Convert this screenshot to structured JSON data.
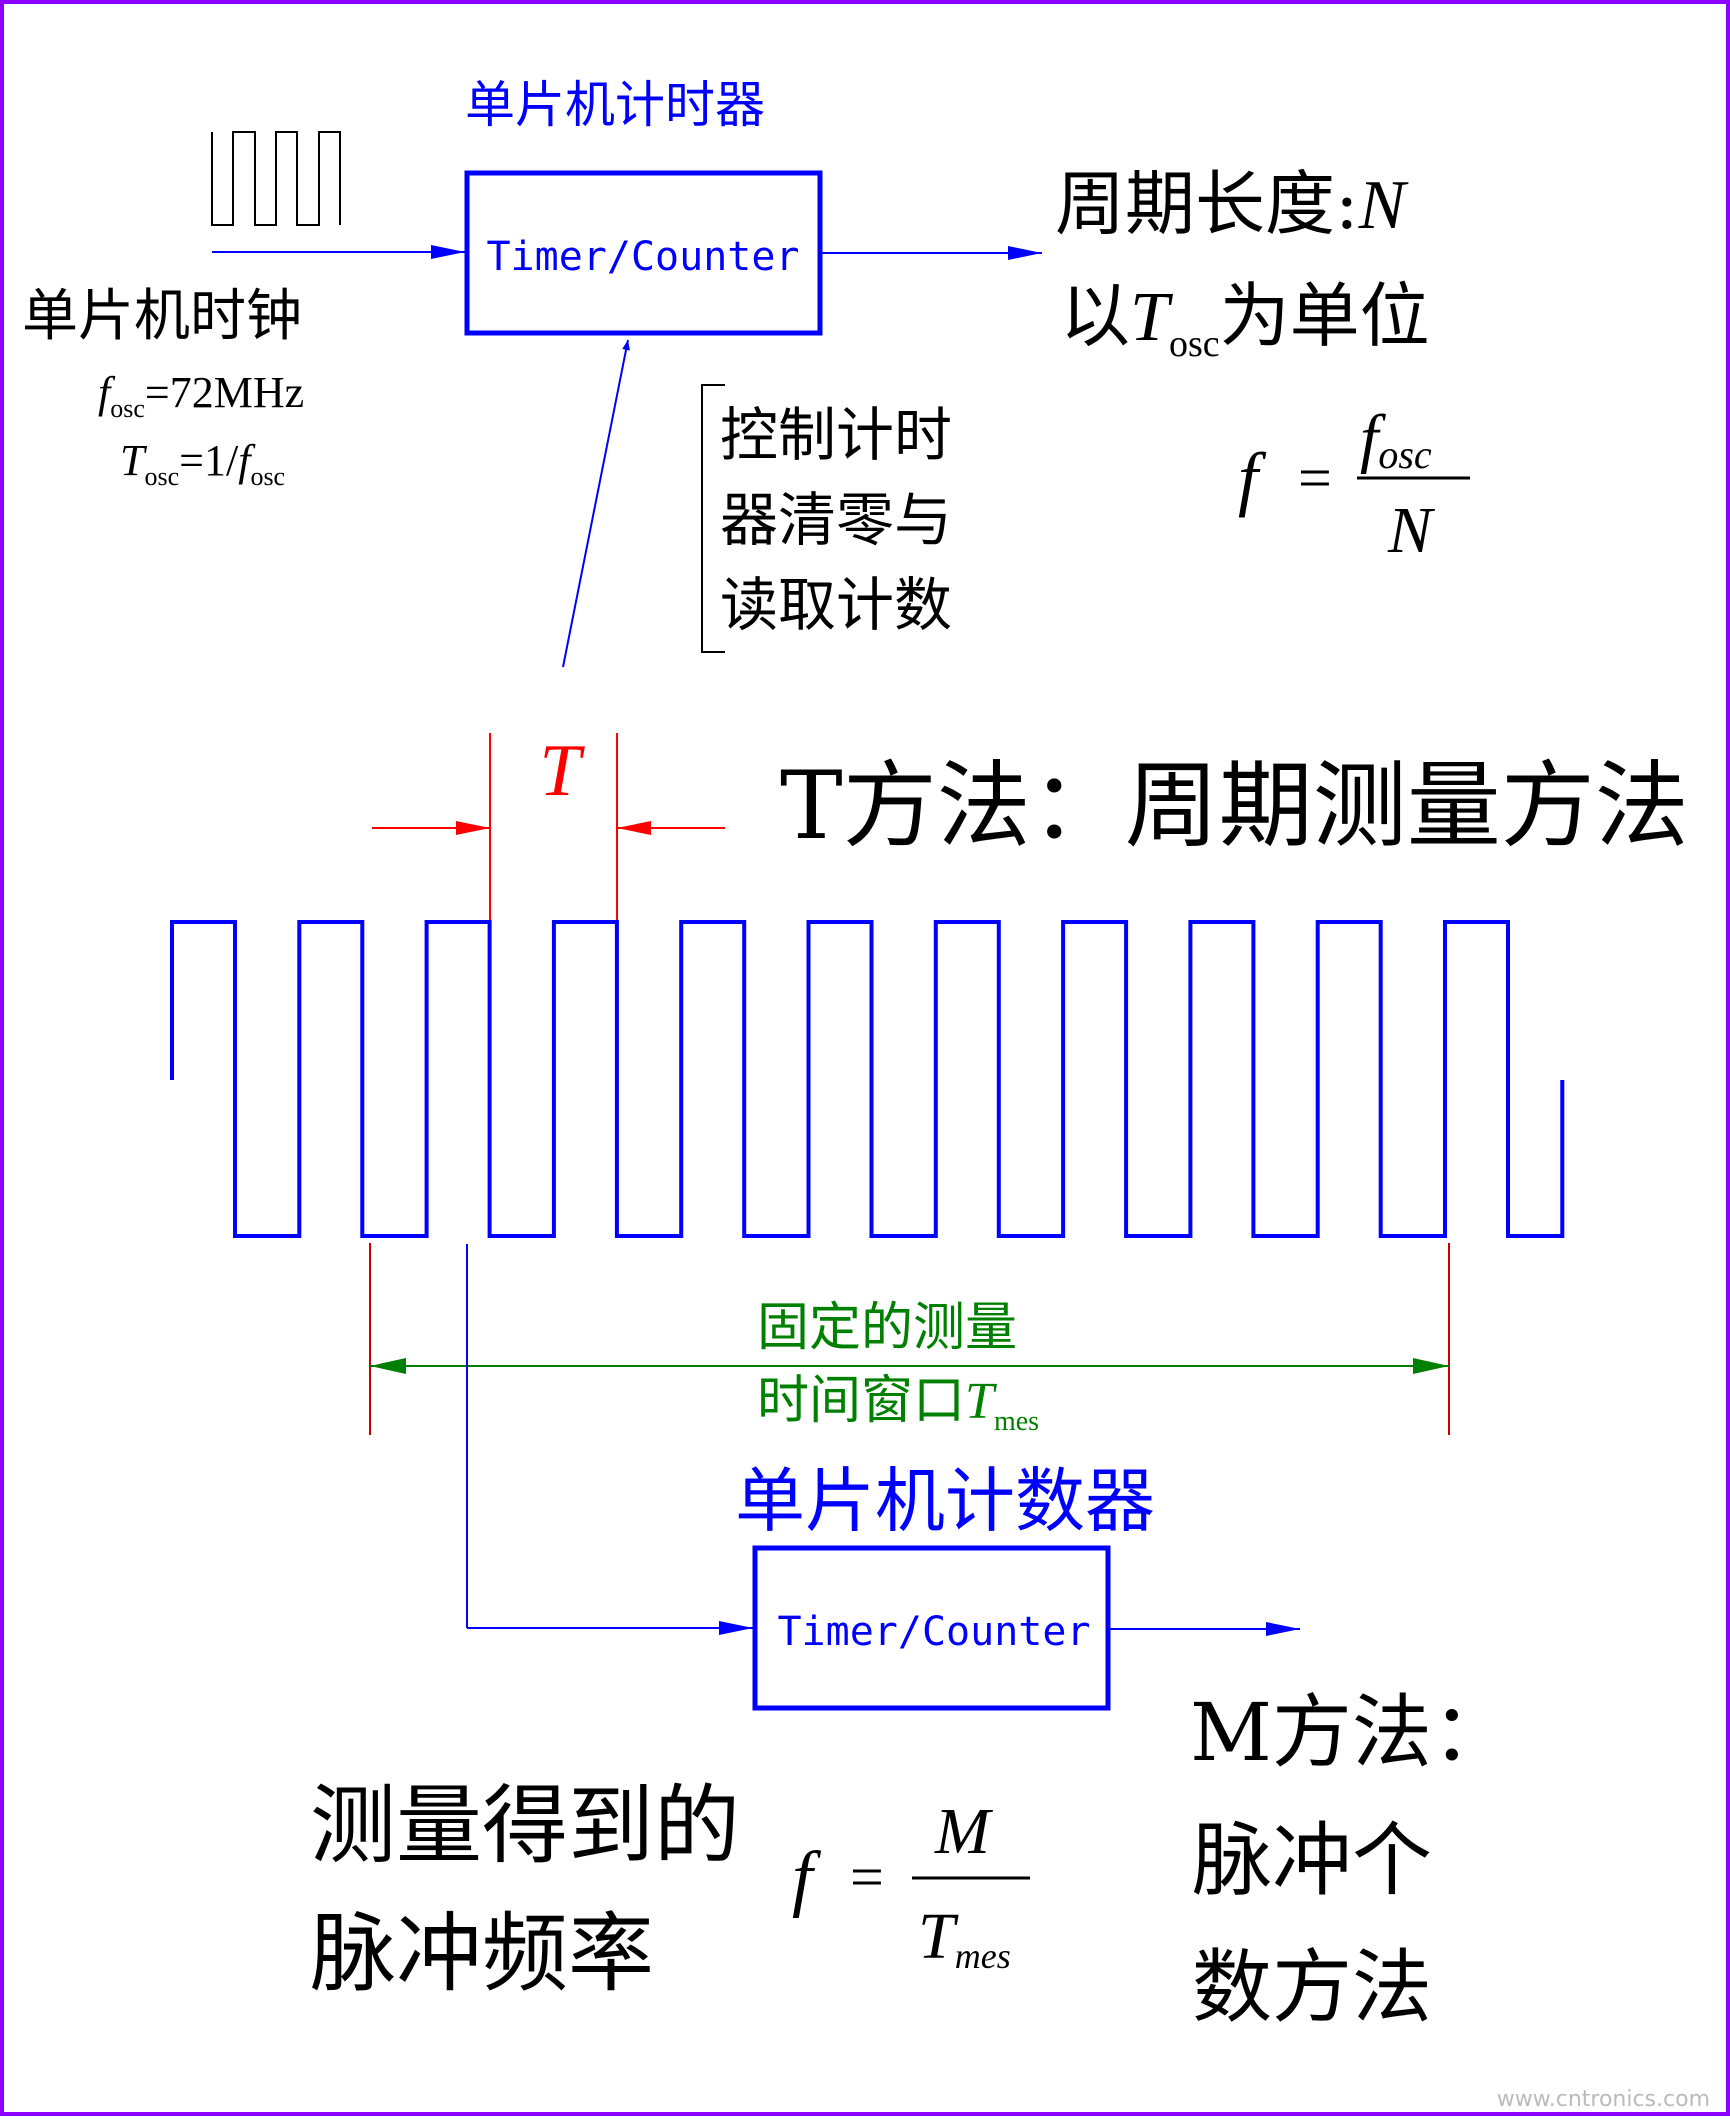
{
  "colors": {
    "border": "#8b00ff",
    "blue": "#0000ff",
    "red": "#ff0000",
    "green": "#008000",
    "dark_red": "#cc0000",
    "black": "#000000",
    "watermark": "#bbbbbb"
  },
  "timer_title": "单片机计时器",
  "timer_box_label": "Timer/Counter",
  "clock_label": "单片机时钟",
  "fosc_sym": "f",
  "fosc_sub": "osc",
  "fosc_value": "=72MHz",
  "tosc_sym": "T",
  "tosc_sub": "osc",
  "tosc_value_eq": "=1/",
  "tosc_value_f": "f",
  "tosc_value_sub": "osc",
  "period_line1": "周期长度:",
  "period_N": "N",
  "period_line2_pre": "以",
  "period_line2_T": "T",
  "period_line2_sub": "osc",
  "period_line2_post": "为单位",
  "formula1": {
    "lhs": "f",
    "eq": "=",
    "num": "f",
    "num_sub": "osc",
    "den": "N"
  },
  "control_note": [
    "控制计时",
    "器清零与",
    "读取计数"
  ],
  "period_marker": "T",
  "t_method": "T方法：周期测量方法",
  "window_line1": "固定的测量",
  "window_line2": "时间窗口",
  "window_T": "T",
  "window_sub": "mes",
  "counter_title": "单片机计数器",
  "counter_box_label": "Timer/Counter",
  "m_method": [
    "M方法：",
    "脉冲个",
    "数方法"
  ],
  "measured_freq": [
    "测量得到的",
    "脉冲频率"
  ],
  "formula2": {
    "lhs": "f",
    "eq": "=",
    "num": "M",
    "den": "T",
    "den_sub": "mes"
  },
  "watermark": "www.cntronics.com"
}
